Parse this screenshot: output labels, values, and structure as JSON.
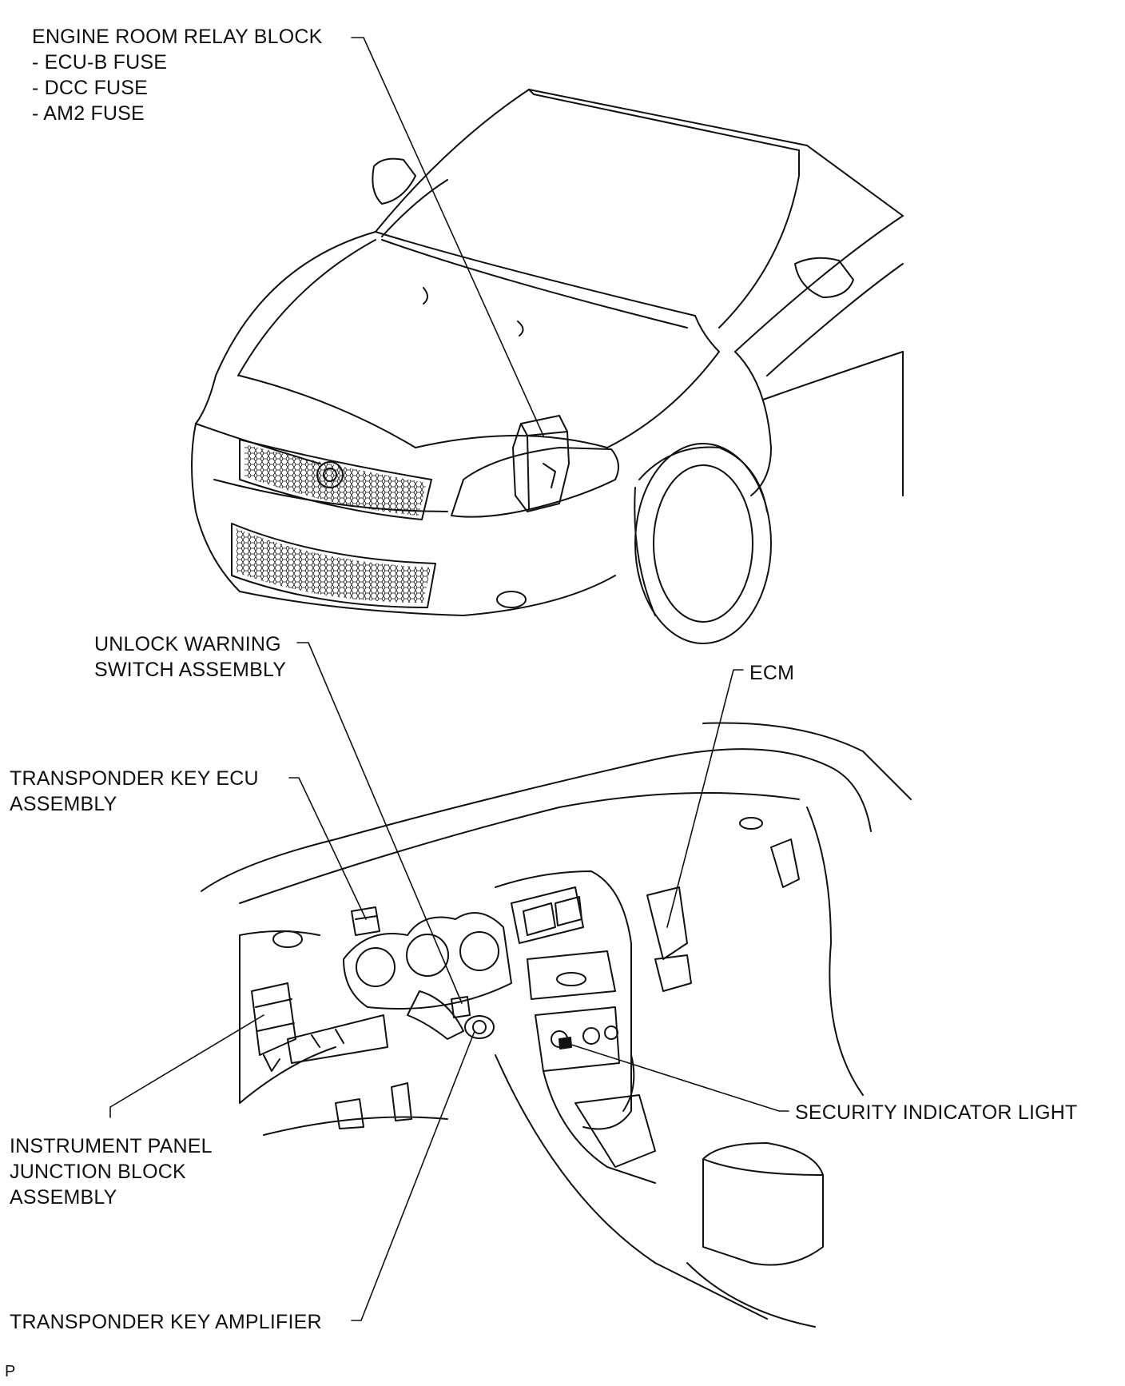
{
  "labels": {
    "engine_room_relay_block": {
      "title": "ENGINE ROOM RELAY BLOCK",
      "items": [
        "- ECU-B FUSE",
        "- DCC FUSE",
        "- AM2 FUSE"
      ]
    },
    "unlock_warning_switch": [
      "UNLOCK WARNING",
      "SWITCH ASSEMBLY"
    ],
    "ecm": "ECM",
    "transponder_key_ecu": [
      "TRANSPONDER KEY ECU",
      "ASSEMBLY"
    ],
    "security_indicator_light": "SECURITY INDICATOR LIGHT",
    "instrument_panel_junction_block": [
      "INSTRUMENT PANEL",
      "JUNCTION BLOCK",
      "ASSEMBLY"
    ],
    "transponder_key_amplifier": "TRANSPONDER KEY AMPLIFIER",
    "corner_mark": "P"
  }
}
